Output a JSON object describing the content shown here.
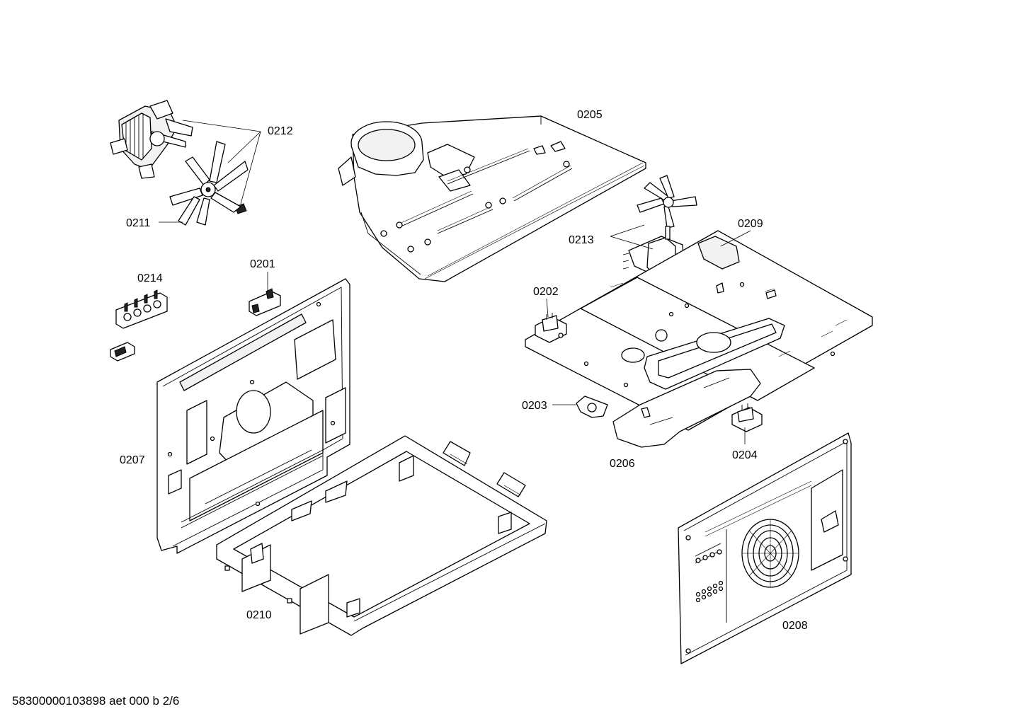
{
  "callouts": {
    "c0201": "0201",
    "c0202": "0202",
    "c0203": "0203",
    "c0204": "0204",
    "c0205": "0205",
    "c0206": "0206",
    "c0207": "0207",
    "c0208": "0208",
    "c0209": "0209",
    "c0210": "0210",
    "c0211": "0211",
    "c0212": "0212",
    "c0213": "0213",
    "c0214": "0214"
  },
  "footer": "58300000103898 aet 000 b 2/6"
}
